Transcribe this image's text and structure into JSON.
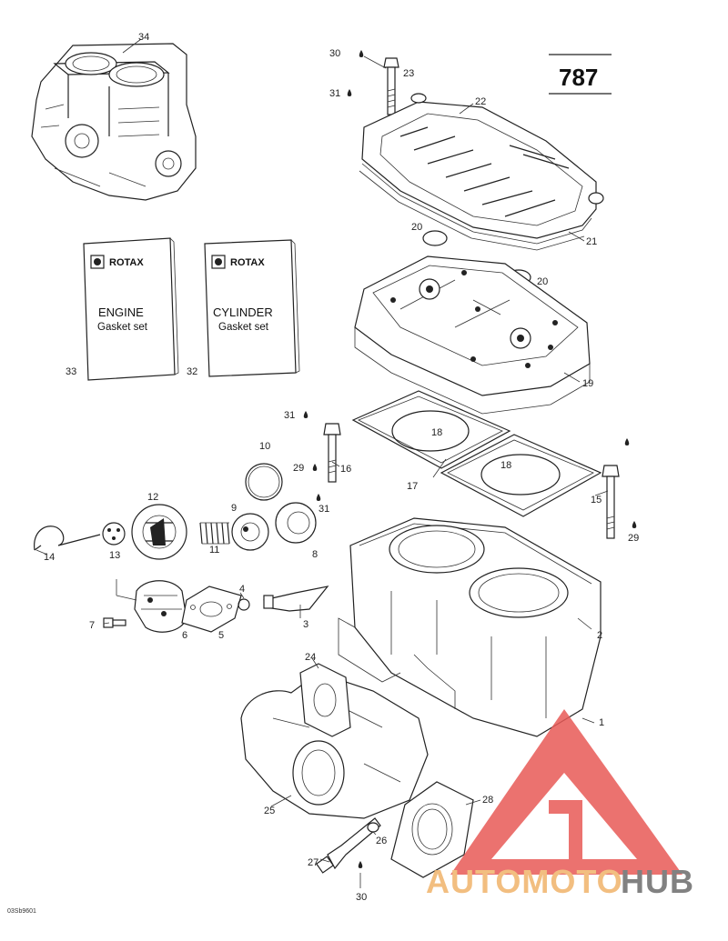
{
  "diagram_id": "787",
  "drawing_code": "03Sb9601",
  "books": [
    {
      "number": "33",
      "brand": "ROTAX",
      "title": "ENGINE",
      "subtitle": "Gasket set"
    },
    {
      "number": "32",
      "brand": "ROTAX",
      "title": "CYLINDER",
      "subtitle": "Gasket set"
    }
  ],
  "callouts": [
    "34",
    "30",
    "23",
    "31",
    "22",
    "20",
    "21",
    "20",
    "19",
    "18",
    "17",
    "18",
    "31",
    "16",
    "29",
    "10",
    "31",
    "15",
    "29",
    "12",
    "9",
    "11",
    "8",
    "14",
    "13",
    "4",
    "7",
    "6",
    "5",
    "3",
    "2",
    "24",
    "1",
    "25",
    "28",
    "26",
    "27",
    "30"
  ],
  "watermark": {
    "text_a": "AUTOMOTO",
    "text_b": "HUB",
    "color_a": "#f0b36a",
    "color_b": "#6c6c6c",
    "triangle_color": "#e85a57"
  }
}
